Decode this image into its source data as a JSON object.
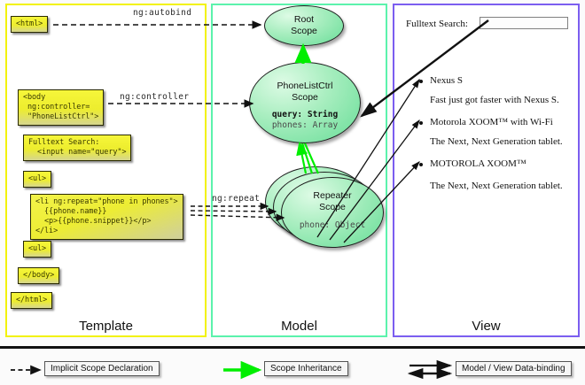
{
  "panels": {
    "template": {
      "label": "Template",
      "border_color": "#f2f20c"
    },
    "model": {
      "label": "Model",
      "border_color": "#5bf2ac"
    },
    "view": {
      "label": "View",
      "border_color": "#7b5ef0"
    }
  },
  "template_code": {
    "html_open": "<html>",
    "body_open": "<body\n ng:controller=\n \"PhoneListCtrl\">",
    "search": "Fulltext Search:\n  <input name=\"query\">",
    "ul_open": "<ul>",
    "li_repeat": "<li ng:repeat=\"phone in phones\">\n  {{phone.name}}\n  <p>{{phone.snippet}}</p>\n</li>",
    "ul_close": "<ul>",
    "body_close": "</body>",
    "html_close": "</html>"
  },
  "edge_labels": {
    "autobind": "ng:autobind",
    "controller": "ng:controller",
    "repeat": "ng:repeat"
  },
  "model": {
    "root_scope": {
      "title": "Root\nScope"
    },
    "ctrl_scope": {
      "title": "PhoneListCtrl\nScope",
      "prop_bold": "query: String",
      "prop_plain": "phones: Array"
    },
    "repeater_scope": {
      "title": "Repeater\nScope",
      "prop_plain": "phone: Object"
    }
  },
  "view": {
    "search_label": "Fulltext Search:",
    "search_value": "",
    "search_placeholder": "",
    "items": [
      {
        "name": "Nexus S",
        "snippet": "Fast just got faster with Nexus S."
      },
      {
        "name": "Motorola XOOM™  with Wi-Fi",
        "snippet": "The Next, Next Generation tablet."
      },
      {
        "name": "MOTOROLA XOOM™",
        "snippet": "The Next, Next Generation tablet."
      }
    ]
  },
  "legend": {
    "implicit": "Implicit Scope Declaration",
    "inherit": "Scope Inheritance",
    "databind": "Model / View Data-binding"
  },
  "colors": {
    "scope_green": "#67dd97",
    "inherit_arrow": "#00ee00",
    "code_yellow": "#eded2e",
    "dash_black": "#1a1a1a"
  }
}
